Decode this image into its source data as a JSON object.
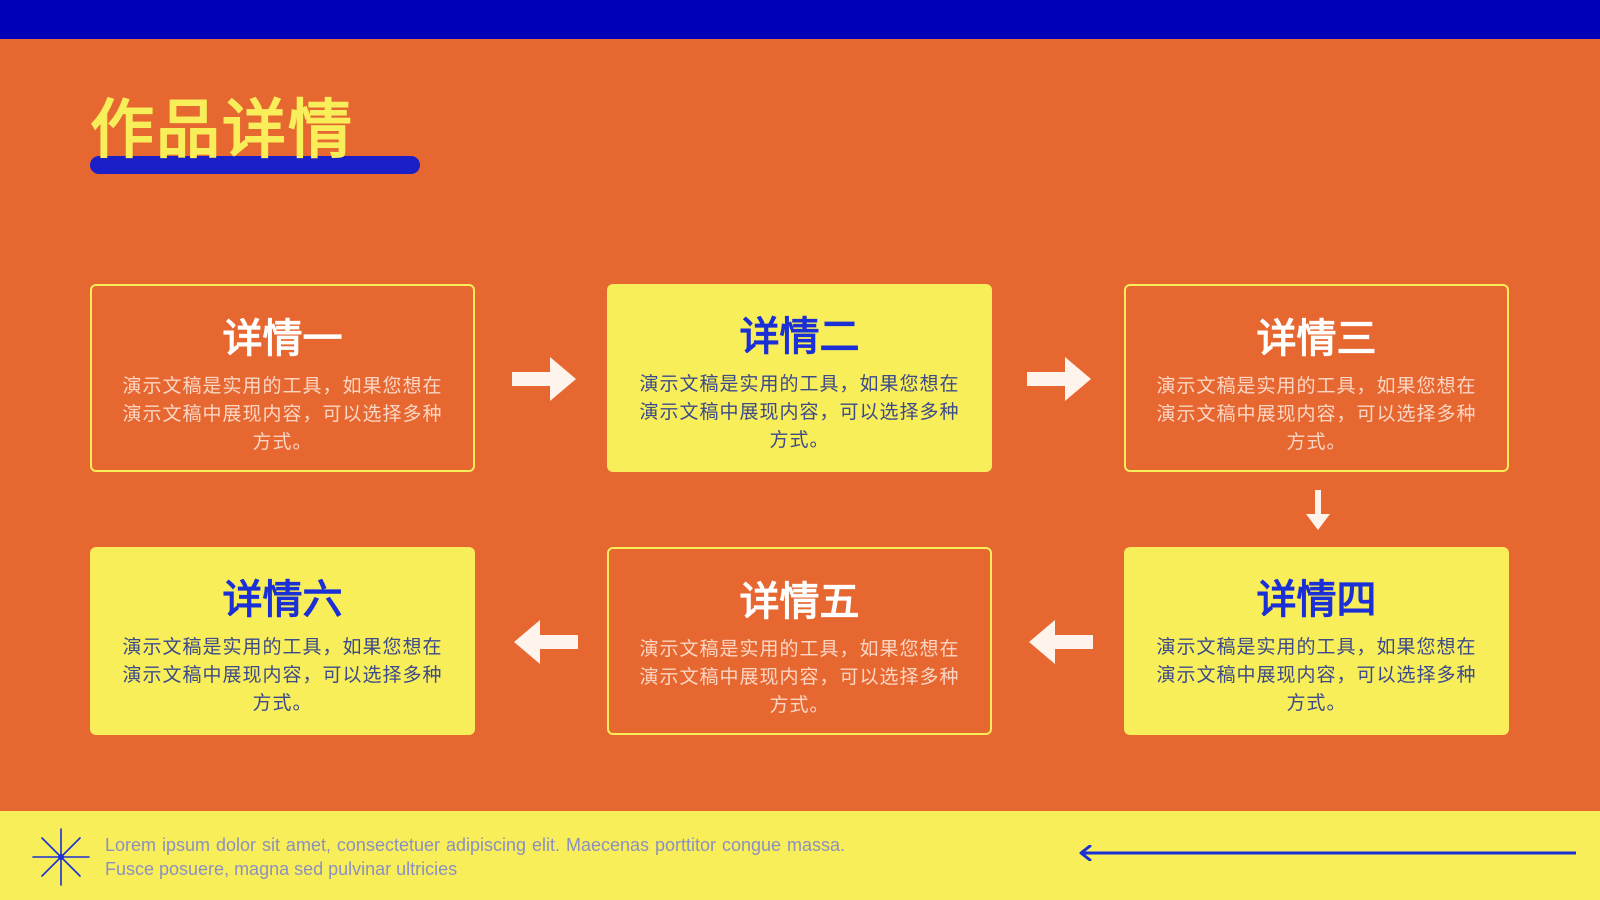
{
  "slide": {
    "title": "作品详情",
    "colors": {
      "background": "#E76730",
      "top_bar": "#0000B8",
      "accent_yellow": "#F8EE5A",
      "accent_blue": "#1A2FD6",
      "arrow": "#FFF4EC"
    }
  },
  "cards": [
    {
      "title": "详情一",
      "text": "演示文稿是实用的工具，如果您想在演示文稿中展现内容，可以选择多种方式。",
      "style": "outline"
    },
    {
      "title": "详情二",
      "text": "演示文稿是实用的工具，如果您想在演示文稿中展现内容，可以选择多种方式。",
      "style": "filled"
    },
    {
      "title": "详情三",
      "text": "演示文稿是实用的工具，如果您想在演示文稿中展现内容，可以选择多种方式。",
      "style": "outline"
    },
    {
      "title": "详情四",
      "text": "演示文稿是实用的工具，如果您想在演示文稿中展现内容，可以选择多种方式。",
      "style": "filled"
    },
    {
      "title": "详情五",
      "text": "演示文稿是实用的工具，如果您想在演示文稿中展现内容，可以选择多种方式。",
      "style": "outline"
    },
    {
      "title": "详情六",
      "text": "演示文稿是实用的工具，如果您想在演示文稿中展现内容，可以选择多种方式。",
      "style": "filled"
    }
  ],
  "flow_arrows": [
    "arrow-right-icon",
    "arrow-right-icon",
    "arrow-down-icon",
    "arrow-left-icon",
    "arrow-left-icon"
  ],
  "footer": {
    "text": "Lorem ipsum dolor sit amet, consectetuer adipiscing elit. Maecenas porttitor congue massa. Fusce posuere, magna sed pulvinar ultricies",
    "icon": "star-icon",
    "arrow": "long-arrow-left-icon"
  }
}
